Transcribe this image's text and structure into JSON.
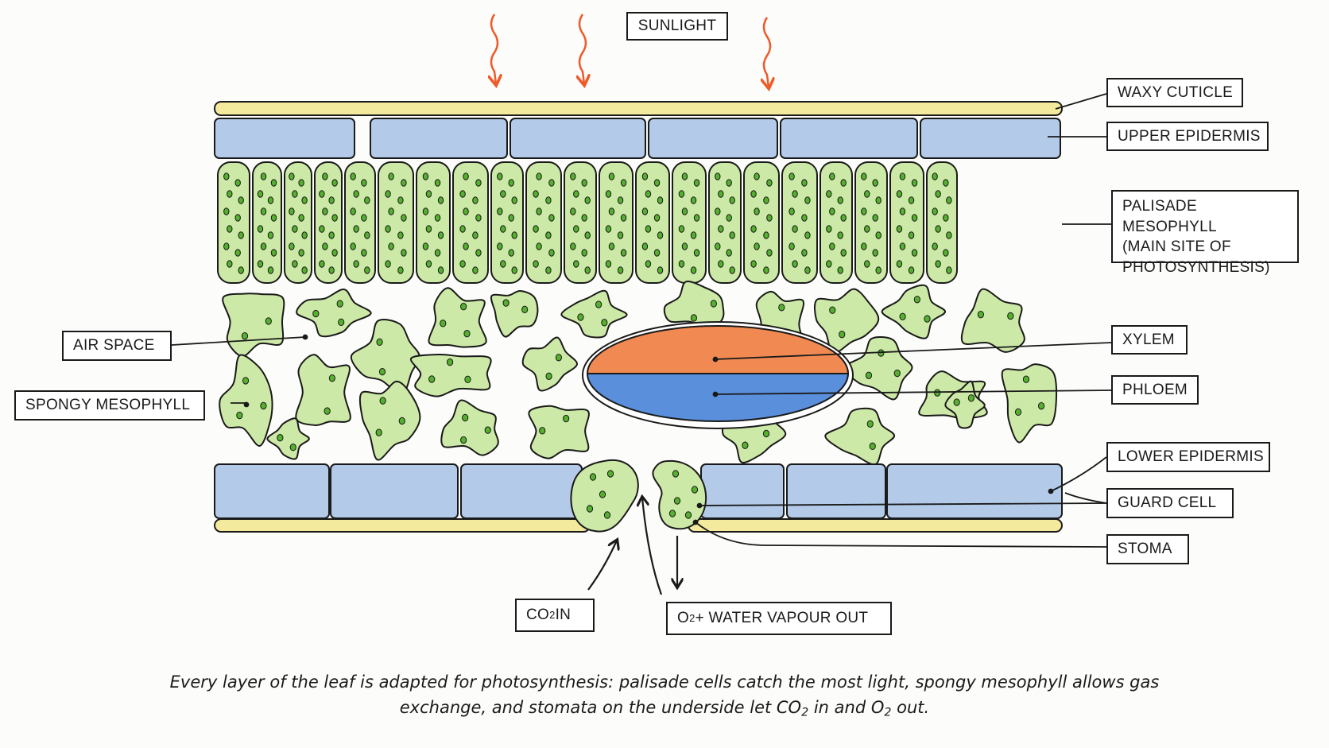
{
  "colors": {
    "cuticle": "#f3ea9e",
    "epidermis": "#b3cbe8",
    "mesophyll": "#cde9a7",
    "chloroplast": "#55b030",
    "xylem": "#f08a52",
    "phloem": "#5a8fdc",
    "sunlight_arrow": "#ee5a2a",
    "outline": "#1a1a1a"
  },
  "labels": {
    "sunlight": "SUNLIGHT",
    "waxy_cuticle": "WAXY CUTICLE",
    "upper_epidermis": "UPPER EPIDERMIS",
    "palisade_mesophyll": "PALISADE MESOPHYLL\n(MAIN SITE OF\nPHOTOSYNTHESIS)",
    "air_space": "AIR SPACE",
    "spongy_mesophyll": "SPONGY MESOPHYLL",
    "xylem": "XYLEM",
    "phloem": "PHLOEM",
    "lower_epidermis": "LOWER EPIDERMIS",
    "guard_cell": "GUARD CELL",
    "stoma": "STOMA",
    "co2_in": {
      "pre": "CO",
      "sub": "2",
      "post": " IN"
    },
    "o2_out": {
      "pre": "O",
      "sub": "2",
      "post": " + WATER VAPOUR OUT"
    }
  },
  "caption": {
    "line1": "Every layer of the leaf is adapted for photosynthesis: palisade cells catch the most light, spongy mesophyll allows gas",
    "line2_a": "exchange, and stomata on the underside let CO",
    "sub_a": "2",
    "line2_b": " in and O",
    "sub_b": "2",
    "line2_c": " out."
  }
}
